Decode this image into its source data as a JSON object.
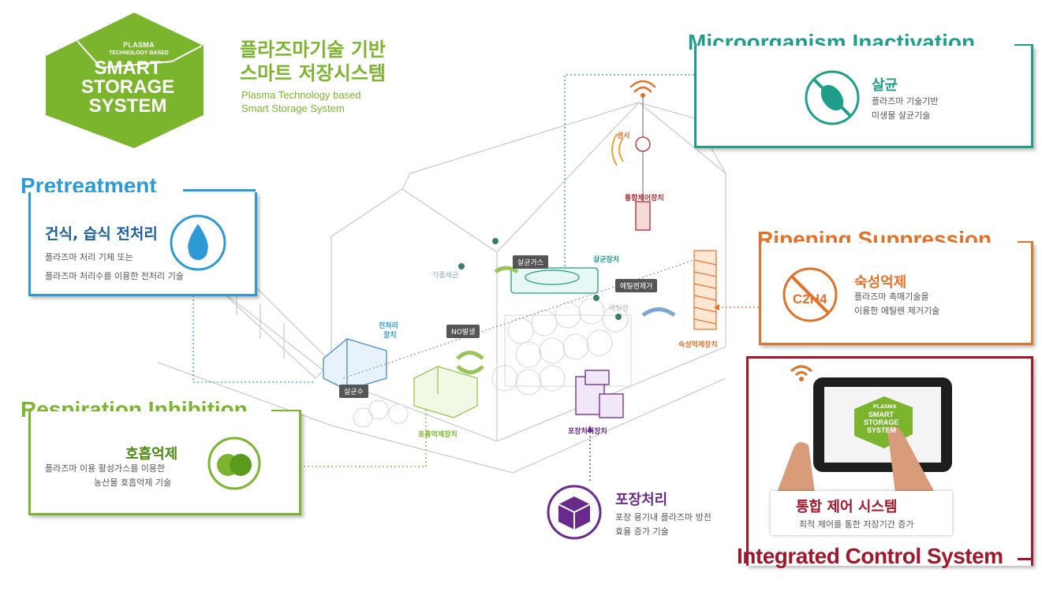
{
  "logo": {
    "line1": "PLASMA",
    "line2": "TECHNOLOGY BASED",
    "line3": "SMART",
    "line4": "STORAGE",
    "line5": "SYSTEM"
  },
  "title": {
    "kr_line1": "플라즈마기술 기반",
    "kr_line2": "스마트 저장시스템",
    "en_line1": "Plasma Technology based",
    "en_line2": "Smart Storage System"
  },
  "pretreatment": {
    "heading": "Pretreatment",
    "title": "건식, 습식 전처리",
    "desc1": "플라즈마 처리 기체 또는",
    "desc2": "플라즈마 처리수를 이용한 전처리 기술",
    "icon": "water-drop-icon",
    "color": "#2d9ad6"
  },
  "respiration": {
    "heading": "Respiration Inhibition",
    "title": "호흡억제",
    "desc1": "플라즈마 이용 활성가스를 이용한",
    "desc2": "농산물 호흡억제 기술",
    "icon": "overlapping-circles-icon",
    "color": "#7bb52e"
  },
  "microorganism": {
    "heading": "Microorganism Inactivation",
    "title": "살균",
    "desc1": "플라즈마 기술기반",
    "desc2": "미생물 살균기술",
    "icon": "no-bacteria-icon",
    "color": "#1f9e8a"
  },
  "ripening": {
    "heading": "Ripening Suppression",
    "title": "숙성억제",
    "desc1": "플라즈마 촉매기술을",
    "desc2": "이용한 에틸렌 제거기술",
    "icon_text": "C2H4",
    "color": "#e0722a"
  },
  "integrated": {
    "heading": "Integrated Control System",
    "title": "통합 제어 시스템",
    "desc": "최적 제어를 통한 저장기간 증가",
    "tablet_line1": "PLASMA",
    "tablet_line2": "SMART",
    "tablet_line3": "STORAGE",
    "tablet_line4": "SYSTEM",
    "color": "#a0162a"
  },
  "packaging": {
    "title": "포장처리",
    "desc1": "포장 용기내 플라즈마 방전",
    "desc2": "효율 증가 기술",
    "icon": "cube-icon",
    "color": "#6a2a8c"
  },
  "diagram": {
    "sensor": "센서",
    "control_unit": "통합제어장치",
    "sterilize_gas": "살균가스",
    "sterilize_device": "살균장치",
    "bacteria": "각종세균",
    "ethylene_removal": "에틸렌제거",
    "ethylene": "에틸렌",
    "pretreat_device_1": "전처리",
    "pretreat_device_2": "장치",
    "no_generation": "NO발생",
    "sterile_water": "살균수",
    "respiration_device": "호흡억제장치",
    "ripening_device": "숙성억제장치",
    "packaging_device": "포장처리장치"
  }
}
